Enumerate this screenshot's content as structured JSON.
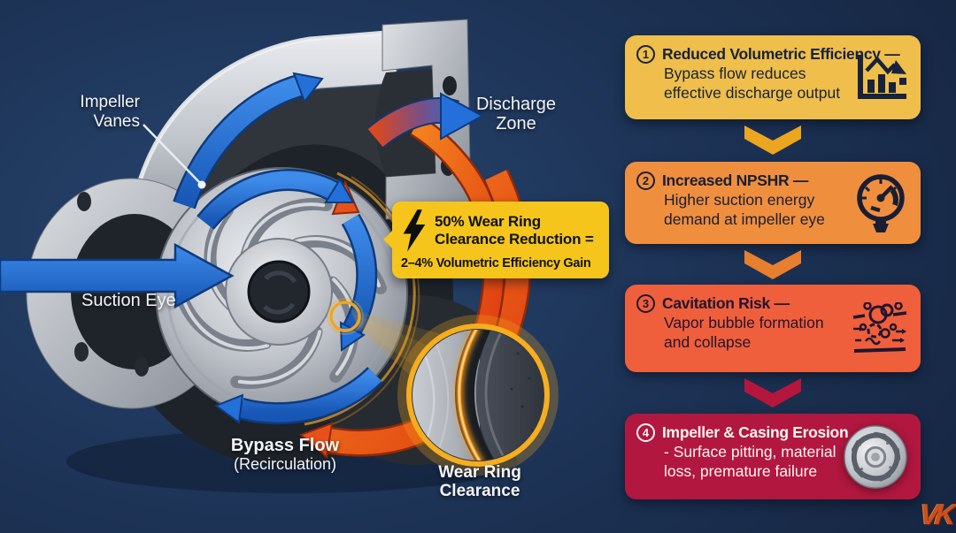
{
  "colors": {
    "background": "#1C3153",
    "accent_gold": "#F6C51B",
    "arrow_blue": "#2470DB",
    "arrow_red": "#E8501A",
    "connector_colors": [
      "#EBA51F",
      "#E87F2E",
      "#B5173C"
    ]
  },
  "diagram": {
    "labels": {
      "impeller_vanes_line1": "Impeller",
      "impeller_vanes_line2": "Vanes",
      "discharge_zone_line1": "Discharge",
      "discharge_zone_line2": "Zone",
      "suction_eye": "Suction Eye",
      "bypass_flow_line1": "Bypass Flow",
      "bypass_flow_line2": "(Recirculation)",
      "wear_ring_line1": "Wear Ring",
      "wear_ring_line2": "Clearance"
    },
    "callout": {
      "icon": "lightning-bolt-icon",
      "line1": "50% Wear Ring",
      "line2": "Clearance Reduction =",
      "line3": "2–4% Volumetric Efficiency Gain"
    }
  },
  "flow_steps": [
    {
      "number": "1",
      "title": "Reduced Volumetric Efficiency —",
      "line1": "Bypass flow reduces",
      "line2": "effective discharge output",
      "icon": "declining-chart-icon",
      "card_color": "#EFBE4B",
      "text_color": "#17233B"
    },
    {
      "number": "2",
      "title": "Increased NPSHR —",
      "line1": "Higher suction energy",
      "line2": "demand at impeller eye",
      "icon": "pressure-gauge-icon",
      "card_color": "#EF8F3E",
      "text_color": "#1A1E33"
    },
    {
      "number": "3",
      "title": "Cavitation Risk —",
      "line1": "Vapor bubble formation",
      "line2": "and collapse",
      "icon": "cavitation-bubbles-icon",
      "card_color": "#EF5F3B",
      "text_color": "#221530"
    },
    {
      "number": "4",
      "title": "Impeller & Casing Erosion",
      "line1": "- Surface pitting, material",
      "line2": "loss, premature failure",
      "icon": "impeller-photo-icon",
      "card_color": "#B2173F",
      "text_color": "#FBF6F0"
    }
  ],
  "watermark": {
    "text": "VK",
    "color": "#C8501E"
  }
}
